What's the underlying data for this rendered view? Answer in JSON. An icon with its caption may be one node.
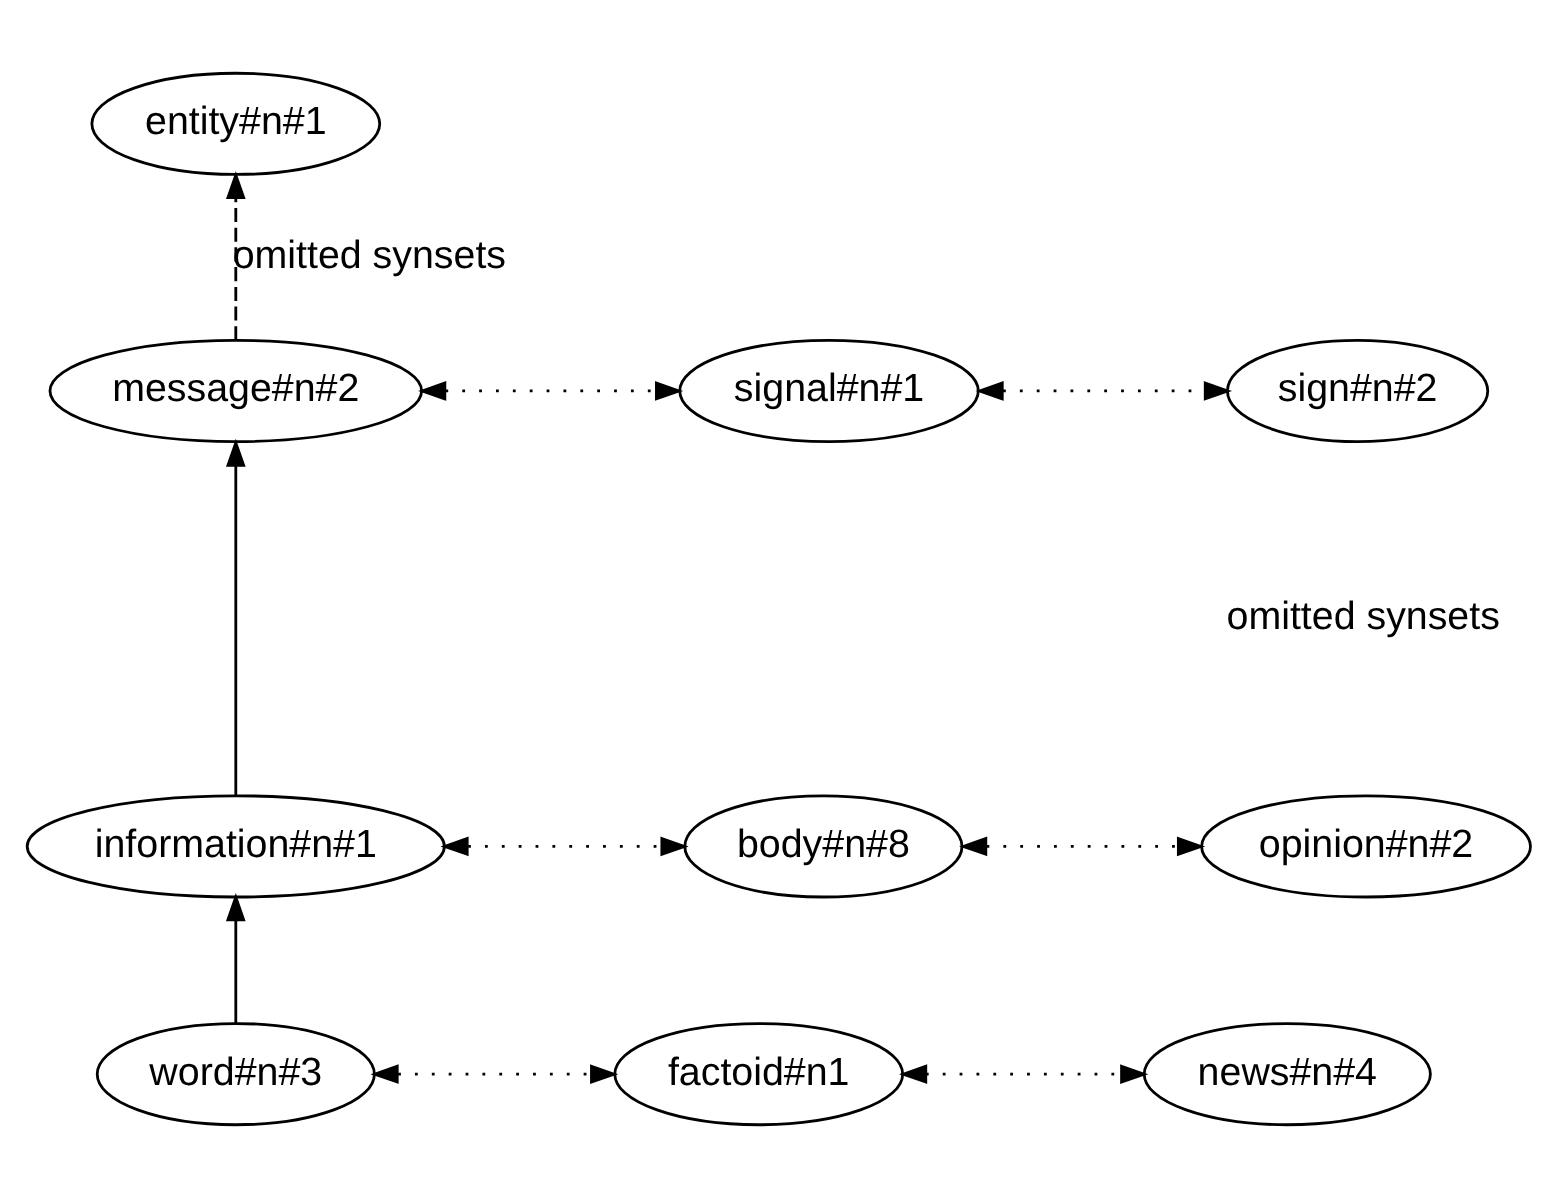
{
  "diagram": {
    "nodes": [
      {
        "text": [
          "entity#n#1"
        ]
      },
      {
        "text": [
          "message#n#2"
        ]
      },
      {
        "text": [
          "signal#n#1"
        ]
      },
      {
        "text": [
          "sign#n#2"
        ]
      },
      {
        "text": [
          "information#n#1"
        ]
      },
      {
        "text": [
          "body#n#8"
        ]
      },
      {
        "text": [
          "opinion#n#2"
        ]
      },
      {
        "text": [
          "word#n#3"
        ]
      },
      {
        "text": [
          "factoid#n1"
        ]
      },
      {
        "text": [
          "news#n#4"
        ]
      }
    ],
    "edges": [
      {
        "from": 1,
        "to": 0,
        "arrow": "to",
        "style": "dashed",
        "label": "omitted synsets"
      },
      {
        "from": 1,
        "to": 2,
        "arrow": "both",
        "style": "dashed"
      },
      {
        "from": 2,
        "to": 3,
        "arrow": "both",
        "style": "dashed"
      },
      {
        "from": 4,
        "to": 1,
        "arrow": "to"
      },
      {
        "from": 4,
        "to": 5,
        "arrow": "both",
        "style": "dashed"
      },
      {
        "from": 5,
        "to": 6,
        "arrow": "both",
        "style": "dashed"
      },
      {
        "from": 7,
        "to": 4,
        "arrow": "to"
      },
      {
        "from": 7,
        "to": 8,
        "arrow": "both",
        "style": "dashed"
      },
      {
        "from": 8,
        "to": 9,
        "arrow": "both",
        "style": "dashed"
      }
    ],
    "labels": [
      "omitted synsets"
    ]
  }
}
